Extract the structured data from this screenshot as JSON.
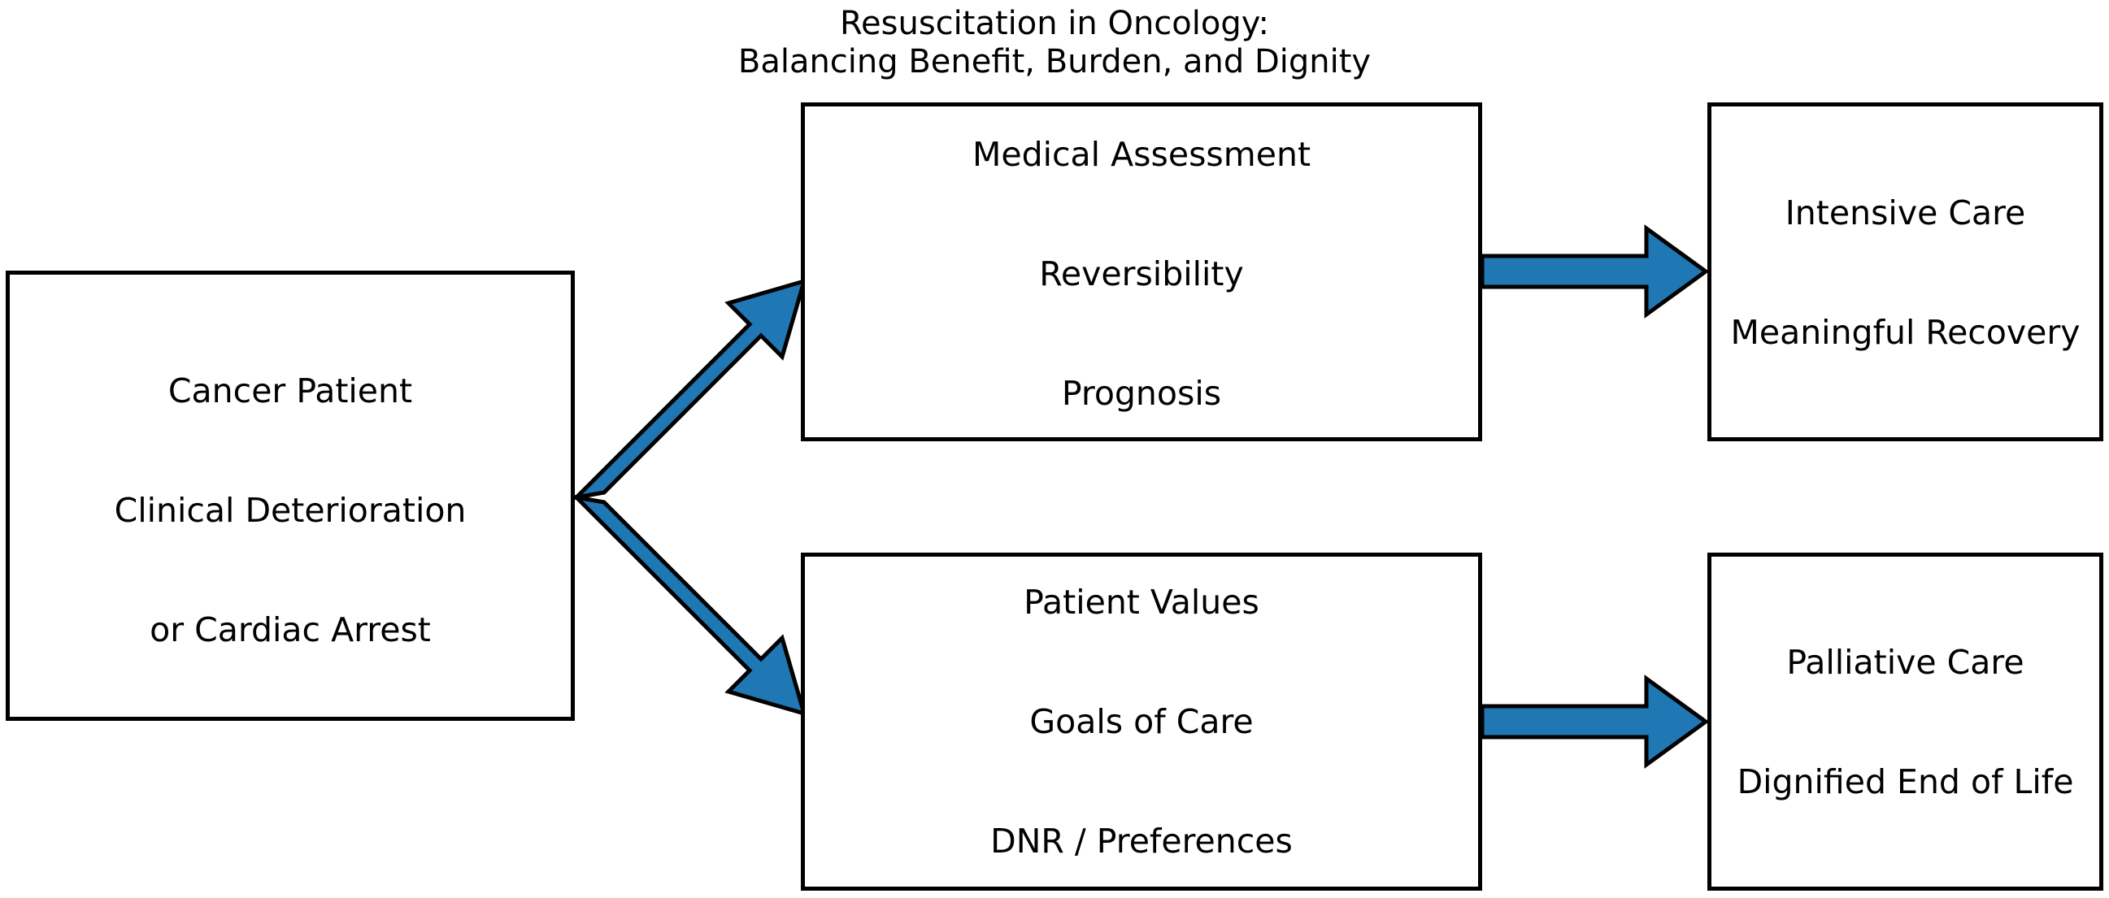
{
  "figure": {
    "title_lines": [
      "Resuscitation in Oncology:",
      "Balancing Benefit, Burden, and Dignity"
    ],
    "background_color": "#ffffff",
    "box_border_color": "#000000",
    "text_color": "#000000",
    "arrow_fill_color": "#1f77b4",
    "arrow_outline_color": "#000000"
  },
  "nodes": {
    "source": {
      "lines": [
        "Cancer Patient",
        "Clinical Deterioration",
        "or Cardiac Arrest"
      ],
      "text": "Cancer Patient\nClinical Deterioration\nor Cardiac Arrest"
    },
    "medical": {
      "lines": [
        "Medical Assessment",
        "Reversibility",
        "Prognosis"
      ],
      "text": "Medical Assessment\nReversibility\nPrognosis"
    },
    "values": {
      "lines": [
        "Patient Values",
        "Goals of Care",
        "DNR / Preferences"
      ],
      "text": "Patient Values\nGoals of Care\nDNR / Preferences"
    },
    "intensive": {
      "lines": [
        "Intensive Care",
        "Meaningful Recovery"
      ],
      "text": "Intensive Care\nMeaningful Recovery"
    },
    "palliative": {
      "lines": [
        "Palliative Care",
        "Dignified End of Life"
      ],
      "text": "Palliative Care\nDignified End of Life"
    }
  },
  "edges": [
    {
      "id": "source-to-medical",
      "from": "source",
      "to": "medical",
      "label": ""
    },
    {
      "id": "source-to-values",
      "from": "source",
      "to": "values",
      "label": ""
    },
    {
      "id": "medical-to-intensive",
      "from": "medical",
      "to": "intensive",
      "label": ""
    },
    {
      "id": "values-to-palliative",
      "from": "values",
      "to": "palliative",
      "label": ""
    }
  ]
}
